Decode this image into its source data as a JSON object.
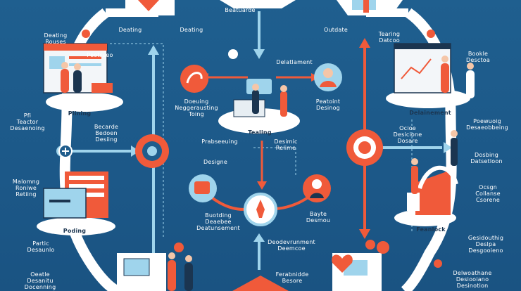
{
  "colors": {
    "background": "#1f5d8c",
    "accent": "#f05a3a",
    "light_blue": "#9fd4ec",
    "card": "#ffffff",
    "navy": "#163a5c"
  },
  "labels": {
    "top_center": "Beatuarde",
    "top_left": "Deating",
    "top_left_2": "Deating",
    "top_right": "Outdate",
    "upper_left_screen": "Deating\nRouses",
    "upper_left_screen_2": "Peotsseo",
    "left_platform": "Plining",
    "left_outer": "Pfi\nTeactor\nDesaenoing",
    "left_mid": "Becarde\nBedoen\nDesiing",
    "center_top": "Delatlament",
    "center_left_desc": "Doeuing\nNeggerausting\nToing",
    "center_right_desc": "Peatoint\nDesinog",
    "center_platform": "Tealing",
    "center_mid_left": "Prabseeuing",
    "center_mid_right": "Desimic\nRelime",
    "lower_left_outer": "Malomng\nRoniwe\nRetiing",
    "lower_left_platform": "Poding",
    "bottom_left_outer": "Partic\nDesaunlo",
    "bottom_left_corner": "Oeatle\nDesanitu\nDocenning",
    "center_bottom_left": "Buotding\nDeaebee\nDeatunsement",
    "center_bottom_right": "Bayte\nDesmou",
    "center_bottom": "Deodevrunment\nDeemcoe",
    "bottom_center": "Ferabnidde\nBesore",
    "center_small": "Designe",
    "right_top": "Tearing\nDatcoo",
    "right_upper": "Bookle\nDesctoa",
    "right_upper_2": "Delainement",
    "right_upper_3": "Poewuoig\nDesaeobbeing",
    "right_mid_left": "Ocioe\nDesicione\nDosare",
    "right_mid": "Dosbing\nDatsetloon",
    "right_lower": "Ocsgn\nCollanse\nCsorene",
    "right_platform": "Feanlock",
    "right_bottom": "Gesidouthig\nDeslpa\nDesgooieno",
    "right_bottom_corner": "Delwoathane\nDesiooiano\nDesinotion"
  }
}
